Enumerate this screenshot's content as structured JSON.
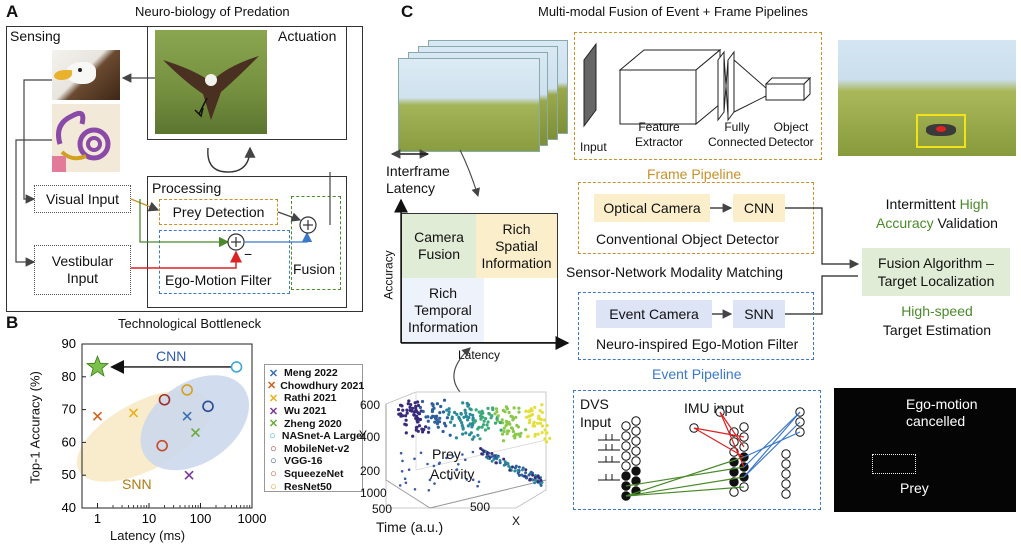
{
  "panels": {
    "a": {
      "letter": "A",
      "title": "Neuro-biology of Predation"
    },
    "b": {
      "letter": "B",
      "title": "Technological Bottleneck"
    },
    "c": {
      "letter": "C",
      "title": "Multi-modal Fusion of Event + Frame Pipelines"
    }
  },
  "a": {
    "sensing": "Sensing",
    "actuation": "Actuation",
    "processing": "Processing",
    "visual_input": "Visual Input",
    "vestibular_input": "Vestibular Input",
    "prey_detection": "Prey Detection",
    "ego_motion_filter": "Ego-Motion Filter",
    "fusion": "Fusion",
    "minus": "−"
  },
  "chart_data": {
    "type": "scatter",
    "title": "Technological Bottleneck",
    "xlabel": "Latency (ms)",
    "ylabel": "Top-1 Accuracy (%)",
    "xscale": "log",
    "xlim": [
      0.5,
      1000
    ],
    "ylim": [
      40,
      90
    ],
    "xticks": [
      1,
      10,
      100,
      1000
    ],
    "xtick_labels": [
      "1",
      "10",
      "100",
      "1000"
    ],
    "yticks": [
      40,
      50,
      60,
      70,
      80,
      90
    ],
    "annotations": [
      "CNN",
      "SNN"
    ],
    "legend_position": "right",
    "series": [
      {
        "name": "Meng 2022",
        "marker": "x",
        "color": "#3a6fb0",
        "x": 55,
        "y": 68
      },
      {
        "name": "Chowdhury 2021",
        "marker": "x",
        "color": "#d2601a",
        "x": 1,
        "y": 68
      },
      {
        "name": "Rathi 2021",
        "marker": "x",
        "color": "#e8b020",
        "x": 5,
        "y": 69
      },
      {
        "name": "Wu 2021",
        "marker": "x",
        "color": "#7a3a9a",
        "x": 60,
        "y": 50
      },
      {
        "name": "Zheng 2020",
        "marker": "x",
        "color": "#6aaa3a",
        "x": 80,
        "y": 63
      },
      {
        "name": "NASnet-A Large",
        "marker": "o",
        "color": "#40a8d8",
        "x": 500,
        "y": 83
      },
      {
        "name": "MobileNet-v2",
        "marker": "o",
        "color": "#a02a2a",
        "x": 20,
        "y": 73
      },
      {
        "name": "VGG-16",
        "marker": "o",
        "color": "#2a4a9a",
        "x": 140,
        "y": 71
      },
      {
        "name": "SqueezeNet",
        "marker": "o",
        "color": "#c84a2a",
        "x": 18,
        "y": 59
      },
      {
        "name": "ResNet50",
        "marker": "o",
        "color": "#d8a020",
        "x": 55,
        "y": 76
      }
    ],
    "target": {
      "marker": "star",
      "color": "#7ac04a",
      "x": 1,
      "y": 83
    }
  },
  "c": {
    "interframe_latency": "Interframe Latency",
    "cnn_arch": {
      "input": "Input",
      "feature_extractor": "Feature Extractor",
      "fully_connected": "Fully Connected",
      "object_detector": "Object Detector"
    },
    "frame_pipeline": "Frame Pipeline",
    "optical_camera": "Optical Camera",
    "cnn": "CNN",
    "conventional_detector": "Conventional Object Detector",
    "intermittent_1": "Intermittent",
    "intermittent_2": "High",
    "intermittent_3": "Accuracy",
    "intermittent_4": "Validation",
    "camera_fusion": "Camera Fusion",
    "rich_spatial": "Rich Spatial Information",
    "rich_temporal": "Rich Temporal Information",
    "accuracy": "Accuracy",
    "latency": "Latency",
    "sensor_matching": "Sensor-Network Modality Matching",
    "fusion_algorithm": "Fusion Algorithm – Target Localization",
    "event_camera": "Event Camera",
    "snn": "SNN",
    "neuro_filter": "Neuro-inspired Ego-Motion Filter",
    "event_pipeline": "Event Pipeline",
    "highspeed_1": "High-speed",
    "highspeed_2": "Target Estimation",
    "plot3d": {
      "ylabel": "Y",
      "xlabel": "X",
      "tlabel": "Time (a.u.)",
      "prey": "Prey",
      "activity": "Activity",
      "yticks": [
        "600",
        "400",
        "200"
      ],
      "tticks": [
        "1000",
        "500"
      ],
      "xticks": [
        "500"
      ]
    },
    "dvs": "DVS",
    "input": "Input",
    "imu_input": "IMU input",
    "ego_cancelled": "Ego-motion cancelled",
    "prey_label": "Prey"
  },
  "colors": {
    "frame": "#c8912a",
    "event": "#3c78c8",
    "green": "#4a8a2a",
    "optical_fill": "#fbeecb",
    "event_fill": "#dde4f5",
    "fusion_fill": "#e1ecd6"
  }
}
